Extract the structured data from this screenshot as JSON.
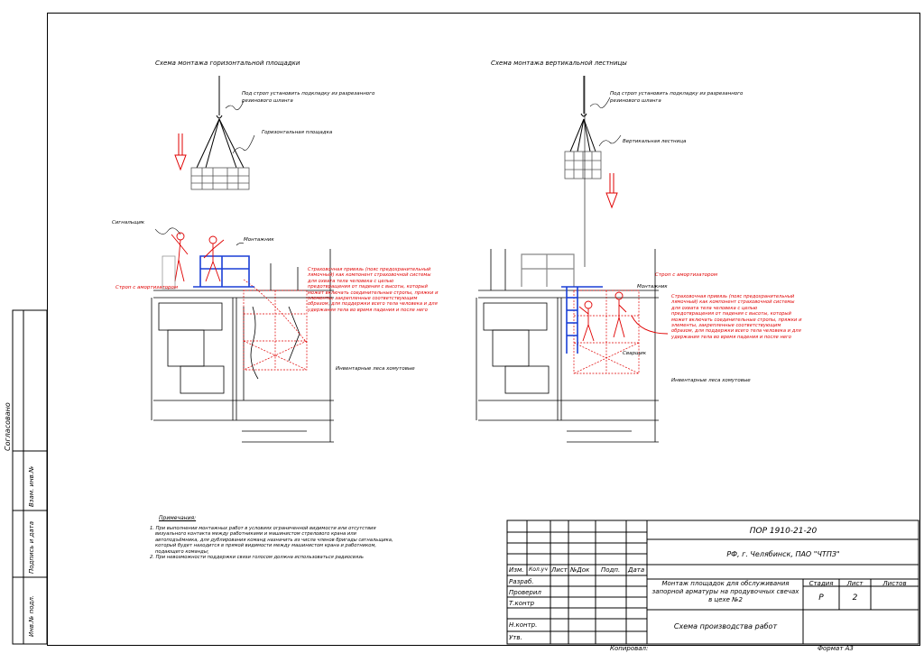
{
  "left_title": "Схема монтажа горизонтальной площадки",
  "right_title": "Схема монтажа вертикальной лестницы",
  "left_sling_note": [
    "Под строп установить подкладку из разрезанного",
    "резинового шланга"
  ],
  "right_sling_note": [
    "Под строп установить подкладку из разрезанного",
    "резинового шланга"
  ],
  "horizontal_platform": "Горизонтальная площадка",
  "vertical_ladder": "Вертикальная лестница",
  "signalman": "Сигнальщик",
  "installer_left": "Монтажник",
  "installer_right": "Монтажник",
  "welder": "Сварщик",
  "sling_absorber_left": "Строп с амортизатором",
  "sling_absorber_right": "Строп с амортизатором",
  "harness_note": [
    "Страховочная привязь (пояс предохранительный",
    "лямочный) как компонент страховочной системы",
    "для охвата тела человека с целью",
    "предотвращения от падения с высоты, который",
    "может включать соединительные стропы, пряжки и",
    "элементы, закрепленные соответствующим",
    "образом, для поддержки всего тела человека и для",
    "удержания тела во время падения и после него"
  ],
  "scaffold_left": "Инвентарные леса хомутовые",
  "scaffold_right": "Инвентарные леса хомутовые",
  "notes_title": "Примечания:",
  "notes": [
    "1. При выполнении монтажных работ в условиях ограниченной видимости или отсутствия",
    "визуального контакта между работниками и машинистом стрелового крана или",
    "автоподъёмника, для дублирования команд назначить из числа членов бригады сигнальщика,",
    "который будет находится в прямой видимости между машинистом крана и работником,",
    "подающего команды;",
    "2. При невозможности поддержки связи голосом должна использоваться радиосвязь"
  ],
  "side_stamp": [
    "Согласовано",
    "Взам. инв.№",
    "Подпись и дата",
    "Инв.№ подл."
  ],
  "stamp": {
    "doc_code": "ПОР 1910-21-20",
    "location": "РФ, г. Челябинск, ПАО \"ЧТПЗ\"",
    "headers": [
      "Изм.",
      "Кол.уч",
      "Лист",
      "№Док",
      "Подп.",
      "Дата"
    ],
    "roles": [
      "Разраб.",
      "Проверил",
      "Т.контр",
      "",
      "Н.контр.",
      "Утв."
    ],
    "work_title": "Монтаж площадок для обслуживания запорной арматуры на продувочных свечах в цехе №2",
    "stage_label": "Стадия",
    "sheet_label": "Лист",
    "sheets_label": "Листов",
    "stage": "Р",
    "sheet": "2",
    "sheets": "",
    "scheme_title": "Схема производства работ",
    "copied": "Копировал:",
    "format": "Формат А3"
  },
  "colors": {
    "red": "#e00000",
    "blue": "#1a3fd6",
    "gray": "#888888"
  }
}
